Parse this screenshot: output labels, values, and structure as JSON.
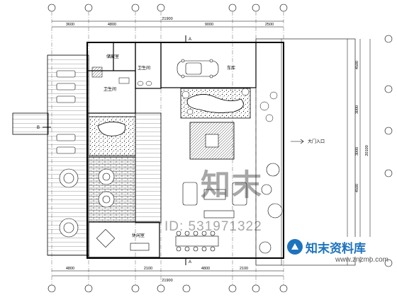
{
  "dimensions": {
    "top_total": "21900",
    "top_segments": [
      "3600",
      "4800",
      "9000",
      "2500"
    ],
    "bottom_total": "21900",
    "bottom_segments": [
      "4800",
      "2100",
      "4800",
      "2100"
    ],
    "right_segments": [
      "4500",
      "3000",
      "3000",
      "4500"
    ],
    "right_total": "20100"
  },
  "rooms": {
    "storage": "储藏室",
    "bath1": "卫生间",
    "bath2": "卫生间",
    "garage": "车库",
    "entrance": "大门入口",
    "leisure": "休闲室"
  },
  "section_marks": {
    "a_top": "A",
    "a_bottom": "A",
    "b_left": "B"
  },
  "watermark": {
    "big": "知末",
    "id": "ID: 531971322"
  },
  "brand": {
    "name": "知末资料库",
    "url": "www.znzmo.com"
  },
  "colors": {
    "line": "#000000",
    "brand": "#1e73be"
  }
}
